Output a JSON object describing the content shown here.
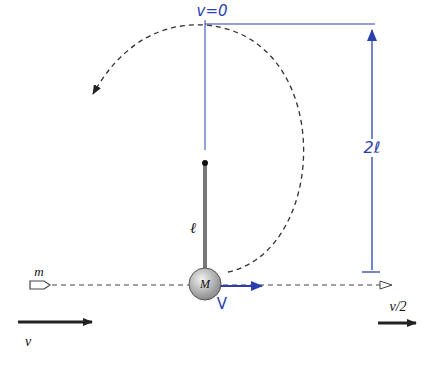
{
  "diagram": {
    "nodes": [
      {
        "text": [
          "M"
        ]
      }
    ],
    "labels": [
      "v=0",
      "2ℓ",
      "ℓ",
      "m",
      "V",
      "v",
      "v/2"
    ]
  }
}
